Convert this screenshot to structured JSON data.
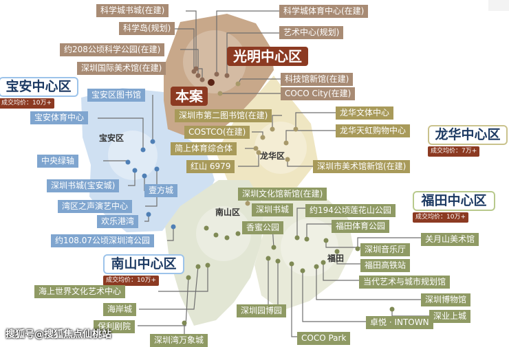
{
  "labels": {
    "science_city_library": "科学城书城(在建)",
    "science_island": "科学岛(规划)",
    "science_park_208": "约208公顷科学公园(在建)",
    "shenzhen_intl_art_museum": "深圳国际美术馆(在建)",
    "science_city_sports_center": "科学城体育中心(在建)",
    "art_center": "艺术中心(规划)",
    "science_museum_new": "科技馆新馆(在建)",
    "coco_city": "COCO City(在建)",
    "baoan_library": "宝安区图书馆",
    "baoan_sports_center": "宝安体育中心",
    "central_greenway": "中央绿轴",
    "shenzhen_book_city_baoan": "深圳书城(宝安城)",
    "yifang_city": "壹方城",
    "bay_area_sound_art_center": "湾区之声演艺中心",
    "happy_harbor": "欢乐港湾",
    "shenzhen_bay_park": "约108.07公顷深圳湾公园",
    "second_library": "深圳市第二图书馆(在建)",
    "costco": "COSTCO(在建)",
    "jianshang_sports_complex": "简上体育综合体",
    "hongshan_6979": "红山 6979",
    "longhua_culture_center": "龙华文体中心",
    "longhua_tianhong_mall": "龙华天虹购物中心",
    "shenzhen_art_museum_new": "深圳市美术馆新馆(在建)",
    "shenzhen_culture_hall_new": "深圳文化馆新馆(在建)",
    "shenzhen_book_city": "深圳书城",
    "lianhuashan_park": "约194公顷莲花山公园",
    "xiangmi_park": "香蜜公园",
    "futian_sports_park": "福田体育公园",
    "shenzhen_concert_hall": "深圳音乐厅",
    "guanshanyue_art_museum": "关月山美术馆",
    "futian_hsr_station": "福田高铁站",
    "contemporary_art_planning_museum": "当代艺术与城市规划馆",
    "shenzhen_museum": "深圳博物馆",
    "shenzhen_garden_expo": "深圳园博园",
    "shenye_shangcheng": "深业上城",
    "zhuoyue_intown": "卓悦 · INTOWN",
    "coco_park": "COCO Park",
    "shenzhen_bay_mixc": "深圳湾万象城",
    "shekou_culture_art_center": "海上世界文化艺术中心",
    "coastal_city": "海岸城",
    "poly_theater": "保利剧院"
  },
  "highlights": {
    "guangming_center": "光明中心区",
    "this_project": "本案"
  },
  "cards": {
    "baoan": {
      "title": "宝安中心区",
      "sub": "成交均价：10万+"
    },
    "longhua": {
      "title": "龙华中心区",
      "sub": "成交均价：7万+"
    },
    "futian": {
      "title": "福田中心区",
      "sub": "成交均价：10万+"
    },
    "nanshan": {
      "title": "南山中心区",
      "sub": "成交均价：10万+"
    }
  },
  "districts": {
    "baoan": "宝安区",
    "longhua": "龙华区",
    "nanshan": "南山区",
    "futian": "福田"
  },
  "watermark": "搜狐号@搜狐焦点仙桃站",
  "colors": {
    "guangming_region": "#c8a88a",
    "baoan_region": "#cfe0f2",
    "longhua_region": "#efe6c2",
    "nanshan_region": "#e2e6d4",
    "futian_region": "#e8ead9",
    "highlight_pill": "#8c3a22",
    "card_blue_border": "#9cc3ea",
    "card_green_border": "#b8c98c",
    "card_title": "#1d3a63"
  }
}
